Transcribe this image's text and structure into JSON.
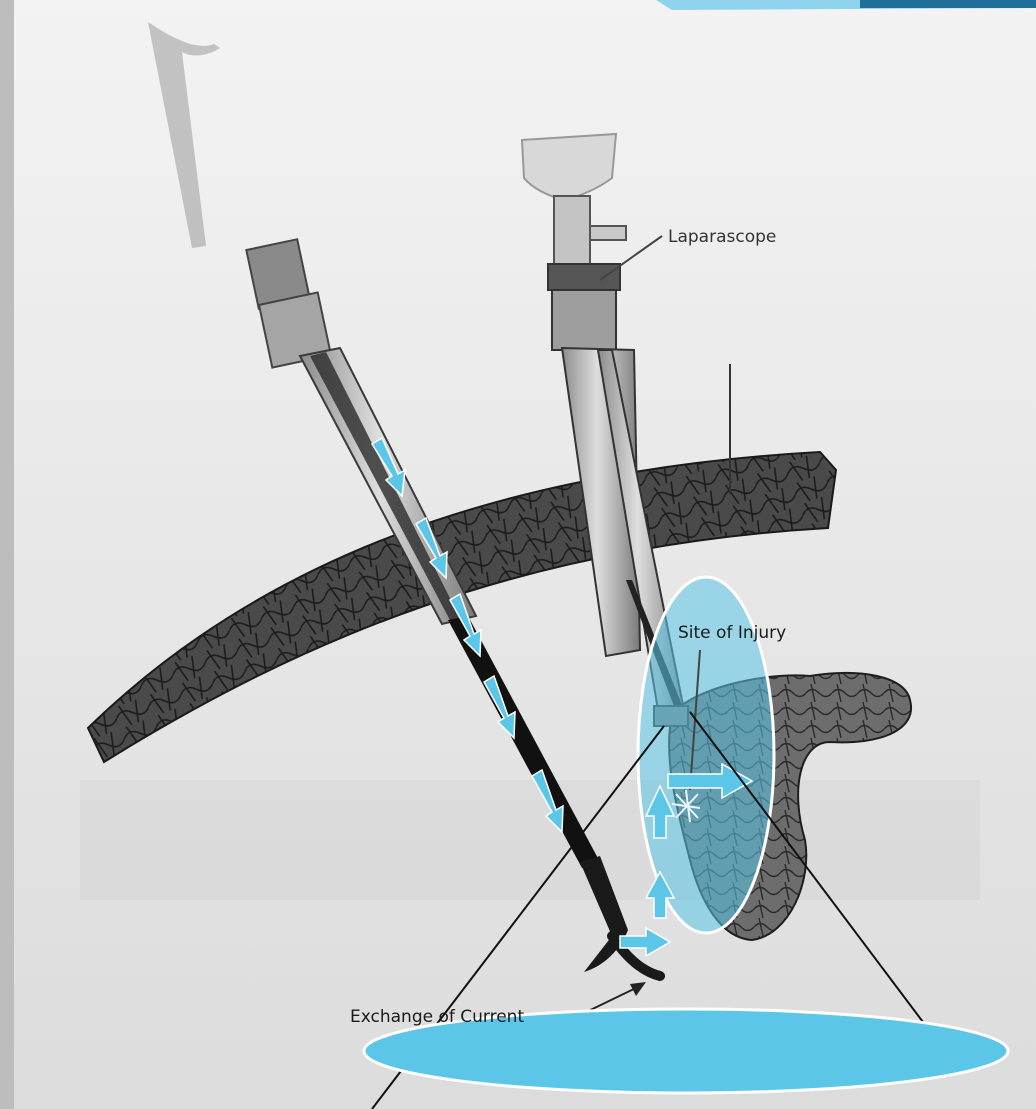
{
  "labels": {
    "laparoscope": "Laparascope",
    "site_of_injury": "Site of Injury",
    "exchange_of_current": "Exchange of Current"
  },
  "colors": {
    "page": "#f1f1f1",
    "highlight": "#5bc6e8",
    "tissue": "#3b3b3b",
    "instrument": "#b9b9b9",
    "ink": "#222222"
  }
}
